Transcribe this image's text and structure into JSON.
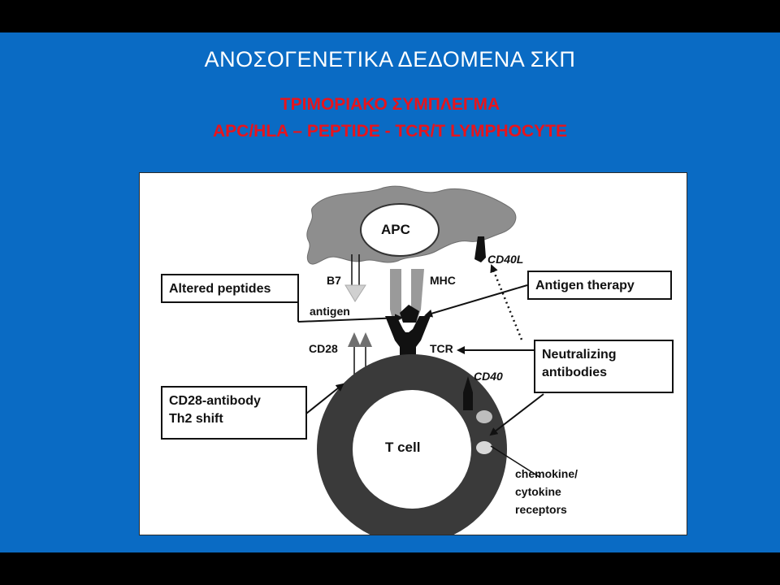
{
  "slide": {
    "title": "ΑΝΟΣΟΓΕΝΕΤΙΚΑ ΔΕΔΟΜΕΝΑ ΣΚΠ",
    "subtitle_line1": "ΤΡΙΜΟΡΙΑΚΟ ΣΥΜΠΛΕΓΜΑ",
    "subtitle_line2": "APC/HLA – PEPTIDE - TCR/T LYMPHOCYTE",
    "colors": {
      "background": "#0a6bc4",
      "frame": "#000000",
      "title": "#ffffff",
      "subtitle": "#e8141c"
    }
  },
  "diagram": {
    "apc_label": "APC",
    "tcell_label": "T cell",
    "labels": {
      "b7": "B7",
      "mhc": "MHC",
      "cd40l": "CD40L",
      "antigen": "antigen",
      "cd28": "CD28",
      "tcr": "TCR",
      "cd40": "CD40",
      "chemokine_line1": "chemokine/",
      "chemokine_line2": "cytokine",
      "chemokine_line3": "receptors"
    },
    "boxes": {
      "altered_peptides": "Altered peptides",
      "antigen_therapy": "Antigen therapy",
      "neutralizing_line1": "Neutralizing",
      "neutralizing_line2": "antibodies",
      "cd28_antibody_line1": "CD28-antibody",
      "cd28_antibody_line2": "Th2 shift"
    }
  }
}
